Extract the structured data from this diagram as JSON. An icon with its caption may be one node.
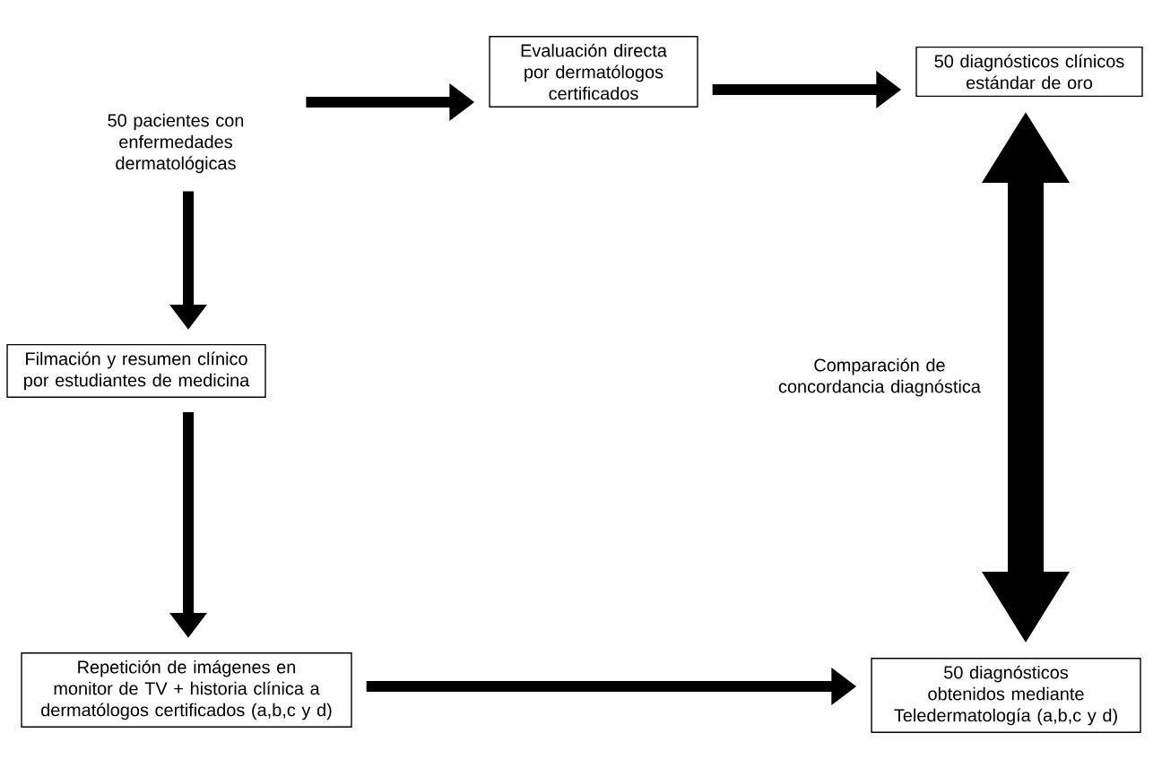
{
  "diagram": {
    "nodes": [
      {
        "text": [
          "50 pacientes con enfermedades dermatológicas"
        ]
      },
      {
        "text": [
          "Evaluación directa por dermatólogos certificados"
        ]
      },
      {
        "text": [
          "50 diagnósticos clínicos estándar de oro"
        ]
      },
      {
        "text": [
          "Filmación y resumen clínico por estudiantes de medicina"
        ]
      },
      {
        "text": [
          "Repetición de imágenes en monitor de TV + historia clínica a dermatólogos certificados (a,b,c y d)"
        ]
      },
      {
        "text": [
          "50 diagnósticos obtenidos mediante Teledermatología (a,b,c y d)"
        ]
      }
    ],
    "edges": [
      {
        "from": 0,
        "to": 1,
        "arrow": "to"
      },
      {
        "from": 1,
        "to": 2,
        "arrow": "to"
      },
      {
        "from": 0,
        "to": 3,
        "arrow": "to"
      },
      {
        "from": 3,
        "to": 4,
        "arrow": "to"
      },
      {
        "from": 4,
        "to": 5,
        "arrow": "to"
      },
      {
        "from": 2,
        "to": 5,
        "arrow": "both",
        "label": "Comparación de concordancia diagnóstica",
        "style": "thick"
      }
    ]
  }
}
